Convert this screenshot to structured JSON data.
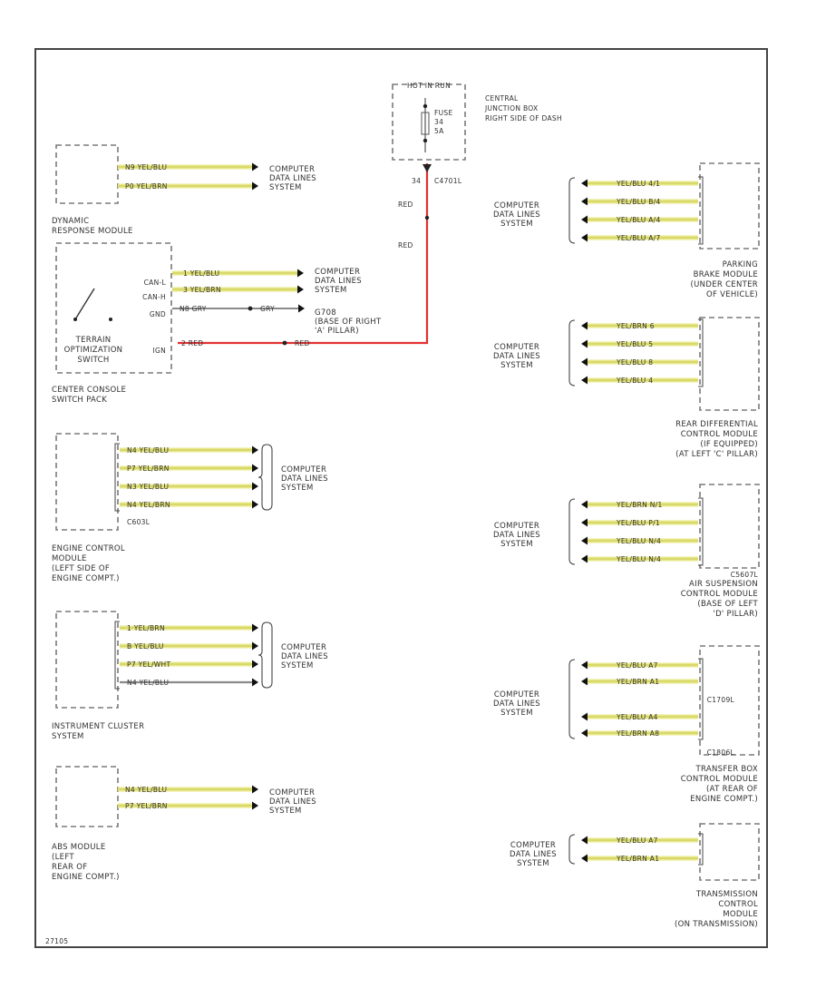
{
  "diagram": {
    "page_id": "27105",
    "colors": {
      "yellow_wire": "#e8e88a",
      "yellow_core": "#c8c850",
      "red_wire": "#e23030",
      "gray_wire": "#8a8a8a",
      "outline": "#444444",
      "dashed": "#7a7a7a"
    },
    "hot_at_all_times": {
      "header": "HOT IN RUN",
      "fuse_label": "FUSE\n34\n5A",
      "box_label": "CENTRAL\nJUNCTION BOX\nRIGHT SIDE OF DASH",
      "connector": "C4701L",
      "pin": "34"
    },
    "red_labels": [
      "RED",
      "RED"
    ],
    "left_modules": [
      {
        "id": "dynamic",
        "label": "DYNAMIC\nRESPONSE MODULE",
        "wires": [
          {
            "wire": "N9  YEL/BLU",
            "color": "yellow"
          },
          {
            "wire": "P0  YEL/BRN",
            "color": "yellow"
          }
        ],
        "dest": "COMPUTER\nDATA LINES\nSYSTEM"
      },
      {
        "id": "console",
        "label": "CENTER CONSOLE\nSWITCH PACK",
        "switch_label": "TERRAIN\nOPTIMIZATION\nSWITCH",
        "pins": [
          "CAN-L",
          "CAN-H",
          "GND",
          "IGN"
        ],
        "wires": [
          {
            "wire": "1  YEL/BLU",
            "color": "yellow"
          },
          {
            "wire": "3  YEL/BRN",
            "color": "yellow"
          }
        ],
        "dest": "COMPUTER\nDATA LINES\nSYSTEM",
        "gnd_wire_a": "N8  GRY",
        "gnd_wire_b": "GRY",
        "ground_label": "G708\n(BASE OF RIGHT\n'A' PILLAR)",
        "ign_wire_a": "2  RED",
        "ign_wire_b": "RED"
      },
      {
        "id": "ecm",
        "label": "ENGINE CONTROL\nMODULE\n(LEFT SIDE OF\nENGINE COMPT.)",
        "connector": "C603L",
        "wires": [
          {
            "wire": "N4  YEL/BLU",
            "color": "yellow"
          },
          {
            "wire": "P7  YEL/BRN",
            "color": "yellow"
          },
          {
            "wire": "N3  YEL/BLU",
            "color": "yellow"
          },
          {
            "wire": "N4  YEL/BRN",
            "color": "yellow"
          }
        ],
        "dest": "COMPUTER\nDATA LINES\nSYSTEM"
      },
      {
        "id": "cluster",
        "label": "INSTRUMENT CLUSTER\nSYSTEM",
        "wires": [
          {
            "wire": "1  YEL/BRN",
            "color": "yellow"
          },
          {
            "wire": "B  YEL/BLU",
            "color": "yellow"
          },
          {
            "wire": "P7  YEL/WHT",
            "color": "yellow"
          },
          {
            "wire": "N4  YEL/BLU",
            "color": "gray"
          }
        ],
        "dest": "COMPUTER\nDATA LINES\nSYSTEM"
      },
      {
        "id": "abs",
        "label": "ABS MODULE\n(LEFT\nREAR OF\nENGINE COMPT.)",
        "wires": [
          {
            "wire": "N4  YEL/BLU",
            "color": "yellow"
          },
          {
            "wire": "P7  YEL/BRN",
            "color": "yellow"
          }
        ],
        "dest": "COMPUTER\nDATA LINES\nSYSTEM"
      }
    ],
    "right_modules": [
      {
        "id": "parking",
        "label": "PARKING\nBRAKE MODULE\n(UNDER CENTER\nOF VEHICLE)",
        "wires": [
          {
            "wire": "YEL/BLU  4/1"
          },
          {
            "wire": "YEL/BLU  B/4"
          },
          {
            "wire": "YEL/BLU  A/4"
          },
          {
            "wire": "YEL/BLU  A/7"
          }
        ],
        "dest": "COMPUTER\nDATA LINES\nSYSTEM"
      },
      {
        "id": "rdcm",
        "label": "REAR DIFFERENTIAL\nCONTROL MODULE\n(IF EQUIPPED)\n(AT LEFT 'C' PILLAR)",
        "wires": [
          {
            "wire": "YEL/BRN  6"
          },
          {
            "wire": "YEL/BLU  5"
          },
          {
            "wire": "YEL/BLU  8"
          },
          {
            "wire": "YEL/BLU  4"
          }
        ],
        "dest": "COMPUTER\nDATA LINES\nSYSTEM"
      },
      {
        "id": "air",
        "label": "AIR SUSPENSION\nCONTROL MODULE\n(BASE OF LEFT\n'D' PILLAR)",
        "connector": "C5607L",
        "wires": [
          {
            "wire": "YEL/BRN  N/1"
          },
          {
            "wire": "YEL/BLU  P/1"
          },
          {
            "wire": "YEL/BLU  N/4"
          },
          {
            "wire": "YEL/BLU  N/4"
          }
        ],
        "dest": "COMPUTER\nDATA LINES\nSYSTEM"
      },
      {
        "id": "transfer",
        "label": "TRANSFER BOX\nCONTROL MODULE\n(AT REAR OF\nENGINE COMPT.)",
        "connector_top": "C1709L",
        "connector_bot": "C1806L",
        "wires": [
          {
            "wire": "YEL/BLU  A7"
          },
          {
            "wire": "YEL/BRN  A1"
          },
          {
            "wire": "YEL/BLU  A4"
          },
          {
            "wire": "YEL/BRN  A8"
          }
        ],
        "dest": "COMPUTER\nDATA LINES\nSYSTEM"
      },
      {
        "id": "tcm",
        "label": "TRANSMISSION\nCONTROL\nMODULE\n(ON TRANSMISSION)",
        "wires": [
          {
            "wire": "YEL/BLU  A7"
          },
          {
            "wire": "YEL/BRN  A1"
          }
        ],
        "dest": "COMPUTER\nDATA LINES\nSYSTEM"
      }
    ]
  }
}
